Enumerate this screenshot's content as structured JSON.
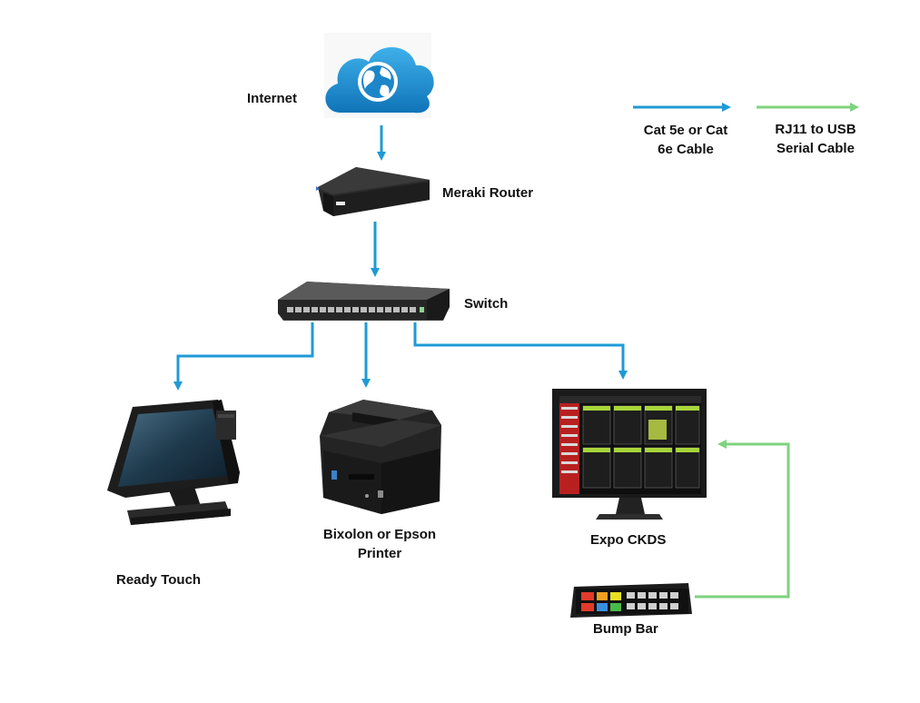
{
  "colors": {
    "ethernet": "#1f9ad6",
    "serial": "#7ed37e",
    "cloud": "#1a8fd2",
    "device_dark": "#1b1b1b"
  },
  "icons": [
    "cloud-globe-icon",
    "router-icon",
    "switch-icon",
    "pos-terminal-icon",
    "receipt-printer-icon",
    "kds-monitor-icon",
    "bump-bar-icon"
  ],
  "legend": {
    "ethernet_label_1": "Cat 5e or Cat",
    "ethernet_label_2": "6e Cable",
    "serial_label_1": "RJ11 to USB",
    "serial_label_2": "Serial Cable"
  },
  "nodes": {
    "internet": "Internet",
    "router": "Meraki Router",
    "switch": "Switch",
    "ready_touch": "Ready Touch",
    "printer_1": "Bixolon or Epson",
    "printer_2": "Printer",
    "expo": "Expo CKDS",
    "bump_bar": "Bump Bar"
  }
}
